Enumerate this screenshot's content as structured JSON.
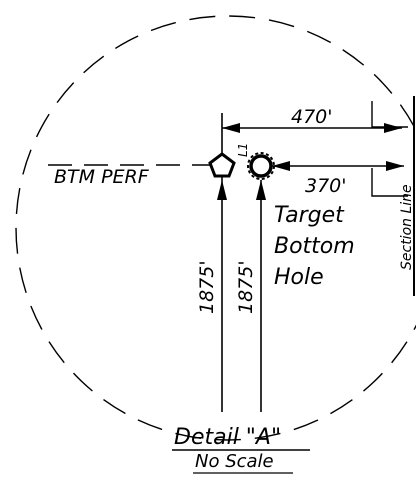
{
  "labels": {
    "btm_perf": "BTM PERF",
    "dim_top": "470'",
    "dim_mid": "370'",
    "dim_vert_left": "1875'",
    "dim_vert_right": "1875'",
    "marker_l1": "L1",
    "target_line1": "Target",
    "target_line2": "Bottom",
    "target_line3": "Hole",
    "section_line": "Section Line",
    "title": "Detail \"A\"",
    "subtitle": "No Scale"
  },
  "colors": {
    "ink": "#000000",
    "background": "#ffffff"
  },
  "icons": {
    "perf_marker": "pentagon-icon",
    "target_marker": "gear-circle-icon"
  }
}
